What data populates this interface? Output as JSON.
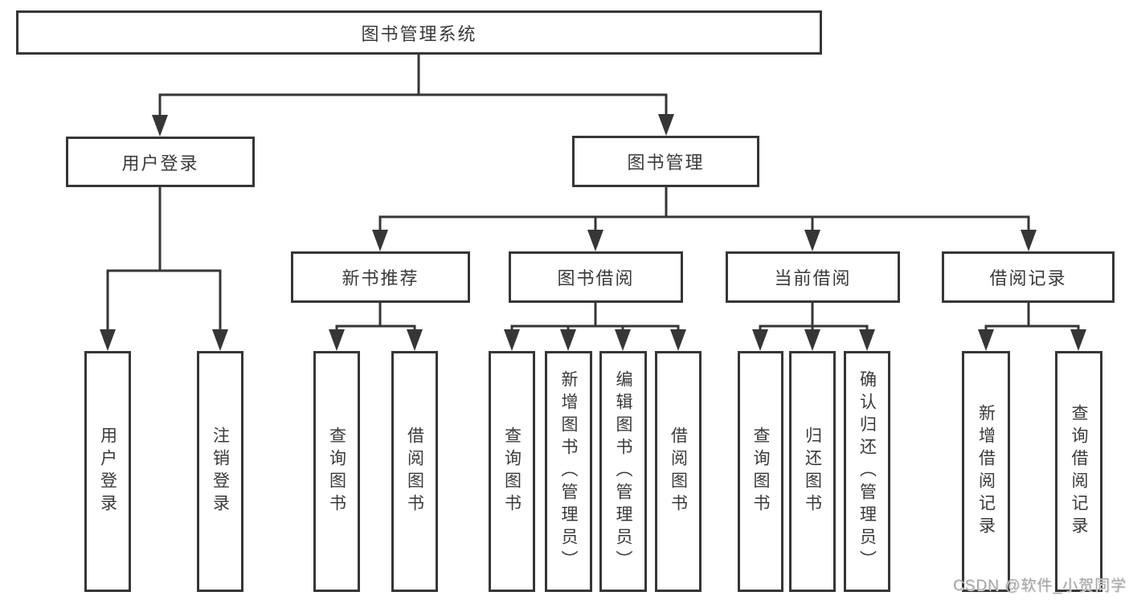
{
  "diagram": {
    "root": {
      "label": "图书管理系统"
    },
    "branches": [
      {
        "label": "用户登录",
        "children": [
          {
            "label": "用户登录"
          },
          {
            "label": "注销登录"
          }
        ]
      },
      {
        "label": "图书管理",
        "children": [
          {
            "label": "新书推荐",
            "children": [
              {
                "label": "查询图书"
              },
              {
                "label": "借阅图书"
              }
            ]
          },
          {
            "label": "图书借阅",
            "children": [
              {
                "label": "查询图书"
              },
              {
                "label": "新增图书（管理员）"
              },
              {
                "label": "编辑图书（管理员）"
              },
              {
                "label": "借阅图书"
              }
            ]
          },
          {
            "label": "当前借阅",
            "children": [
              {
                "label": "查询图书"
              },
              {
                "label": "归还图书"
              },
              {
                "label": "确认归还（管理员）"
              }
            ]
          },
          {
            "label": "借阅记录",
            "children": [
              {
                "label": "新增借阅记录"
              },
              {
                "label": "查询借阅记录"
              }
            ]
          }
        ]
      }
    ]
  },
  "colors": {
    "line": "#363636",
    "box_border": "#363636",
    "text": "#3a3a3a",
    "watermark": "#a8a8a8"
  },
  "watermark": {
    "text": "CSDN @软件_小贺同学"
  }
}
